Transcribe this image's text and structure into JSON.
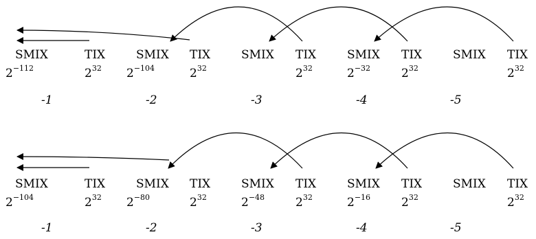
{
  "rows": [
    {
      "smix_label": "SMIX",
      "tix_label": "TIX",
      "cells": [
        {
          "smix_power": "2",
          "smix_exp": "−112",
          "tix_power": "2",
          "tix_exp": "32",
          "index": "-1"
        },
        {
          "smix_power": "2",
          "smix_exp": "−104",
          "tix_power": "2",
          "tix_exp": "32",
          "index": "-2"
        },
        {
          "smix_power": "",
          "smix_exp": "",
          "tix_power": "2",
          "tix_exp": "32",
          "index": "-3"
        },
        {
          "smix_power": "2",
          "smix_exp": "−32",
          "tix_power": "2",
          "tix_exp": "32",
          "index": "-4"
        },
        {
          "smix_power": "",
          "smix_exp": "",
          "tix_power": "2",
          "tix_exp": "32",
          "index": "-5"
        }
      ]
    },
    {
      "smix_label": "SMIX",
      "tix_label": "TIX",
      "cells": [
        {
          "smix_power": "2",
          "smix_exp": "−104",
          "tix_power": "2",
          "tix_exp": "32",
          "index": "-1"
        },
        {
          "smix_power": "2",
          "smix_exp": "−80",
          "tix_power": "2",
          "tix_exp": "32",
          "index": "-2"
        },
        {
          "smix_power": "2",
          "smix_exp": "−48",
          "tix_power": "2",
          "tix_exp": "32",
          "index": "-3"
        },
        {
          "smix_power": "2",
          "smix_exp": "−16",
          "tix_power": "2",
          "tix_exp": "32",
          "index": "-4"
        },
        {
          "smix_power": "",
          "smix_exp": "",
          "tix_power": "2",
          "tix_exp": "32",
          "index": "-5"
        }
      ]
    }
  ]
}
